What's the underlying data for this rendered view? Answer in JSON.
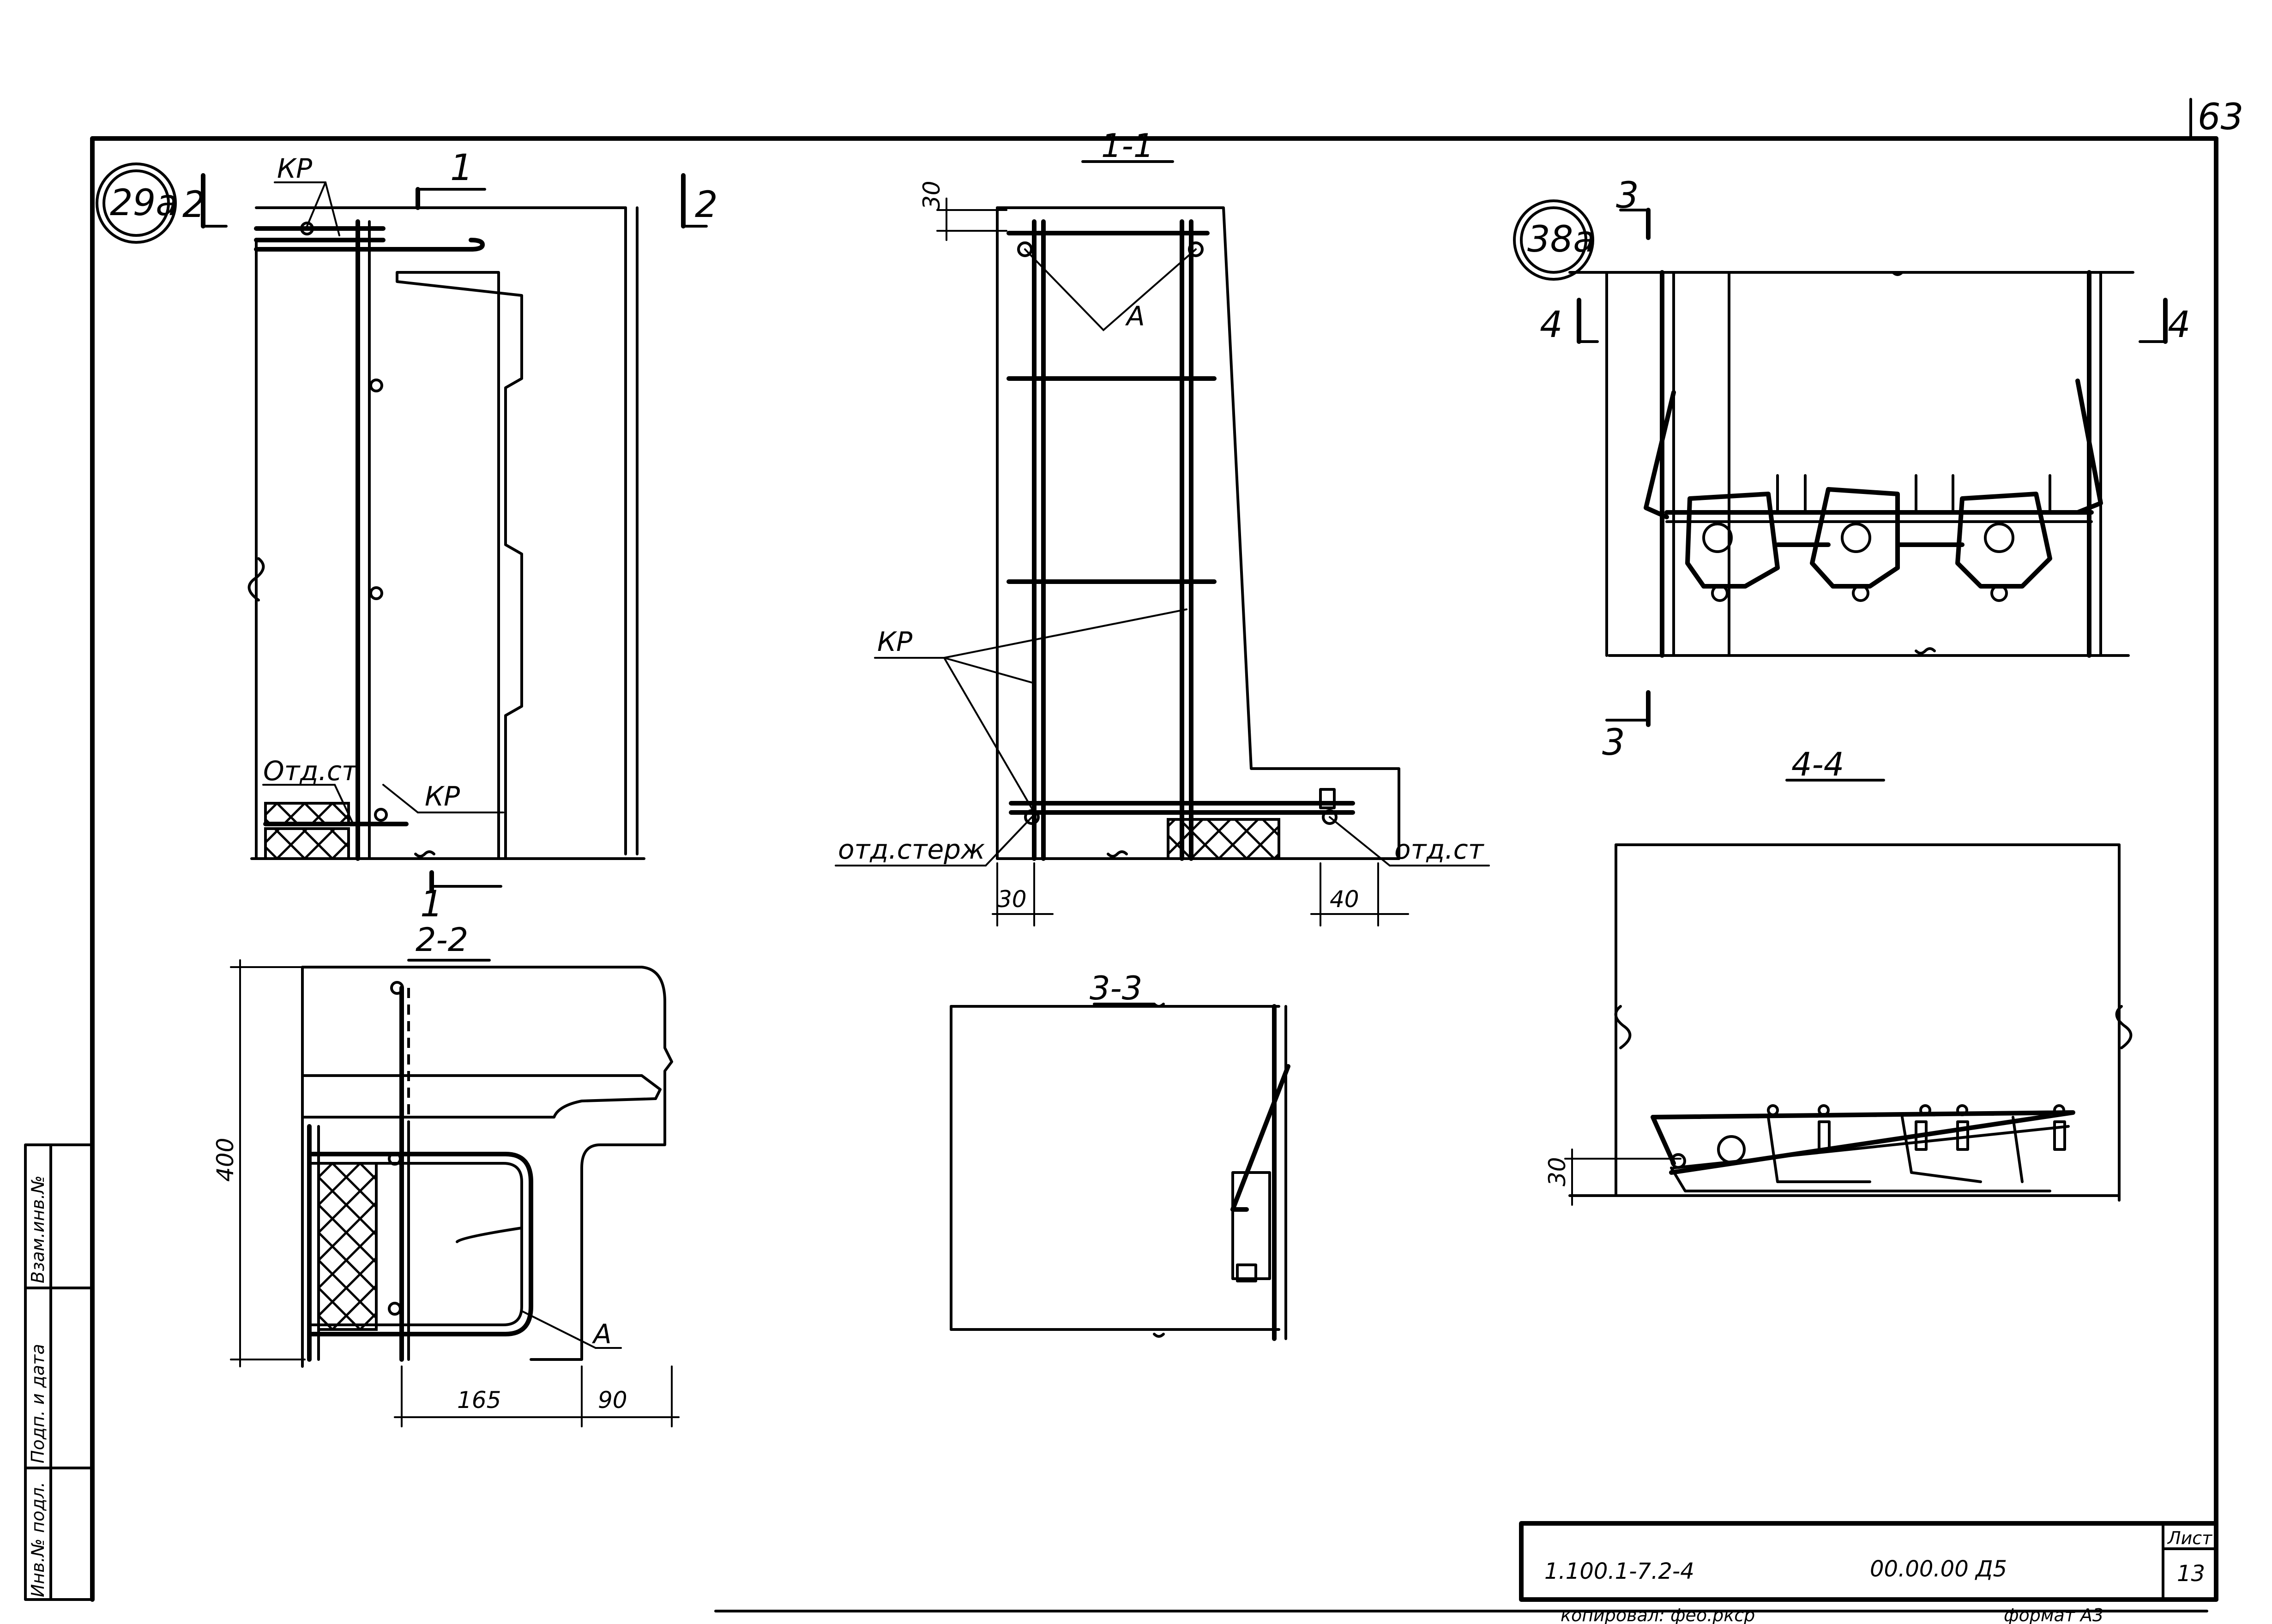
{
  "sheet_number_top": "63",
  "stamp": {
    "code": "1.100.1-7.2-4",
    "doc": "00.00.00 Д5",
    "sheet_label": "Лист",
    "sheet": "13",
    "bottom_left": "копировал: фео.ркср",
    "format": "формат А3"
  },
  "side_stamp": [
    "Инв.№ подл.",
    "Подп. и дата",
    "Взам.инв.№"
  ],
  "views": {
    "v29a": {
      "callout": "29а",
      "sec_1": "1",
      "sec_1b": "1",
      "sec_2a": "2",
      "sec_2b": "2",
      "kr_top": "КР",
      "kr_bot": "КР",
      "otd": "Отд.ст"
    },
    "v11": {
      "title": "1-1",
      "dim_top": "30",
      "point": "А",
      "kr": "КР",
      "otd_left": "отд.стерж",
      "otd_right": "отд.ст",
      "dim_left": "30",
      "dim_right": "40"
    },
    "v38a": {
      "callout": "38а",
      "sec_3a": "3",
      "sec_3b": "3",
      "sec_4a": "4",
      "sec_4b": "4"
    },
    "v22": {
      "title": "2-2",
      "dim_h": "400",
      "dim_w1": "165",
      "dim_w2": "90",
      "point": "А"
    },
    "v33": {
      "title": "3-3"
    },
    "v44": {
      "title": "4-4",
      "dim": "30"
    }
  }
}
